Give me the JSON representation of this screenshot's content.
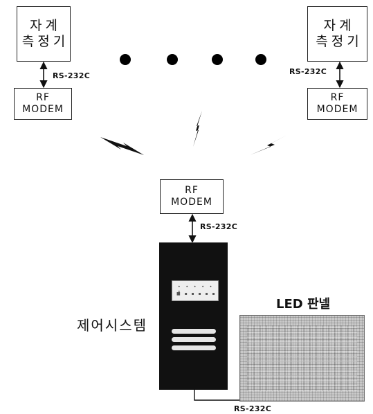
{
  "meter_left": {
    "label": "자계\n측정기"
  },
  "meter_right": {
    "label": "자계\n측정기"
  },
  "modem_left": {
    "label": "RF\nMODEM"
  },
  "modem_right": {
    "label": "RF\nMODEM"
  },
  "modem_center": {
    "label": "RF\nMODEM"
  },
  "link_labels": {
    "left": "RS-232C",
    "right": "RS-232C",
    "center": "RS-232C",
    "bottom": "RS-232C"
  },
  "control_system": {
    "label": "제어시스템"
  },
  "led_panel": {
    "label": "LED 판넬"
  },
  "colors": {
    "line": "#222222",
    "device": "#111111",
    "panel": "#c9c9c9"
  },
  "icons": {
    "ellipsis": "dots-icon",
    "wireless": "lightning-icon",
    "link": "double-arrow-icon"
  }
}
